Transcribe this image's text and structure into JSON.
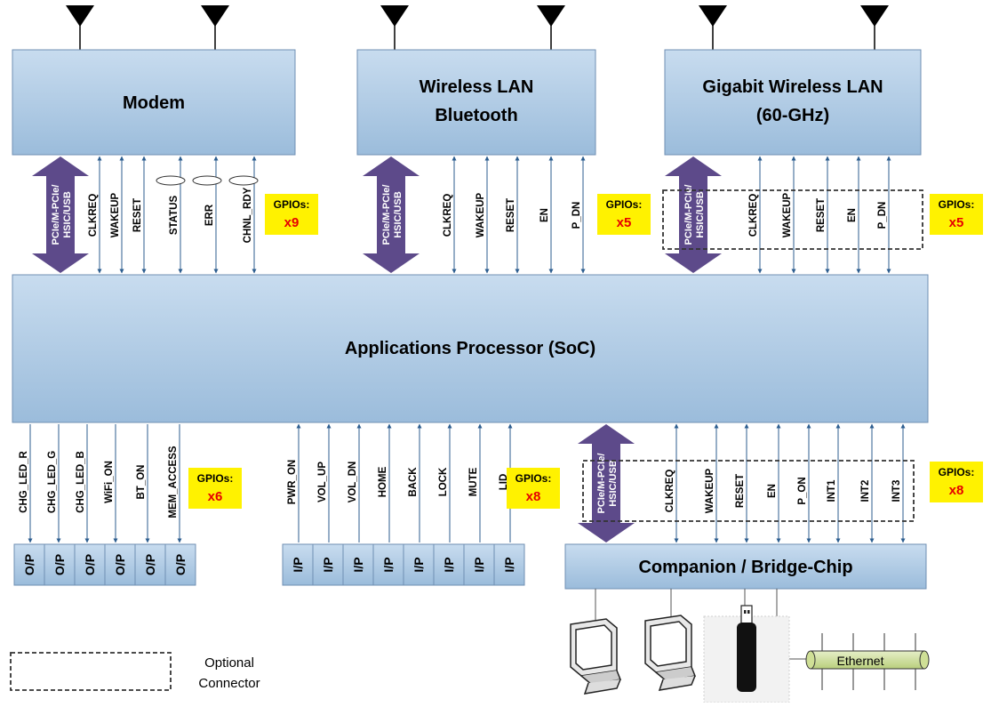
{
  "blocks": {
    "modem": "Modem",
    "wlan_line1": "Wireless LAN",
    "wlan_line2": "Bluetooth",
    "gwlan_line1": "Gigabit Wireless LAN",
    "gwlan_line2": "(60-GHz)",
    "soc": "Applications Processor (SoC)",
    "bridge": "Companion / Bridge-Chip"
  },
  "bus": {
    "line1": "PCIe/M-PCIe/",
    "line2": "HSIC/USB"
  },
  "modem_signals": [
    "CLKREQ",
    "WAKEUP",
    "RESET",
    "STATUS",
    "ERR",
    "CHNL_RDY"
  ],
  "wlan_signals": [
    "CLKREQ",
    "WAKEUP",
    "RESET",
    "EN",
    "P_DN"
  ],
  "gwlan_signals": [
    "CLKREQ",
    "WAKEUP",
    "RESET",
    "EN",
    "P_DN"
  ],
  "output_signals": [
    "CHG_LED_R",
    "CHG_LED_G",
    "CHG_LED_B",
    "WiFi_ON",
    "BT_ON",
    "MEM_ACCESS"
  ],
  "input_signals": [
    "PWR_ON",
    "VOL_UP",
    "VOL_DN",
    "HOME",
    "BACK",
    "LOCK",
    "MUTE",
    "LID"
  ],
  "bridge_signals": [
    "CLKREQ",
    "WAKEUP",
    "RESET",
    "EN",
    "P_ON",
    "INT1",
    "INT2",
    "INT3"
  ],
  "output_label": "O/P",
  "input_label": "I/P",
  "gpio_label": "GPIOs:",
  "gpio_counts": {
    "modem": "x9",
    "wlan": "x5",
    "gwlan": "x5",
    "outputs": "x6",
    "inputs": "x8",
    "bridge": "x8"
  },
  "ethernet": "Ethernet",
  "legend": {
    "line1": "Optional",
    "line2": "Connector"
  },
  "colors": {
    "block_top": "#c8dcef",
    "block_bottom": "#9bbcdb",
    "bus_arrow": "#5d4a8a",
    "gpio_box": "#fff200",
    "gpio_count": "#e60000",
    "signal_line": "#2c5d8f"
  }
}
